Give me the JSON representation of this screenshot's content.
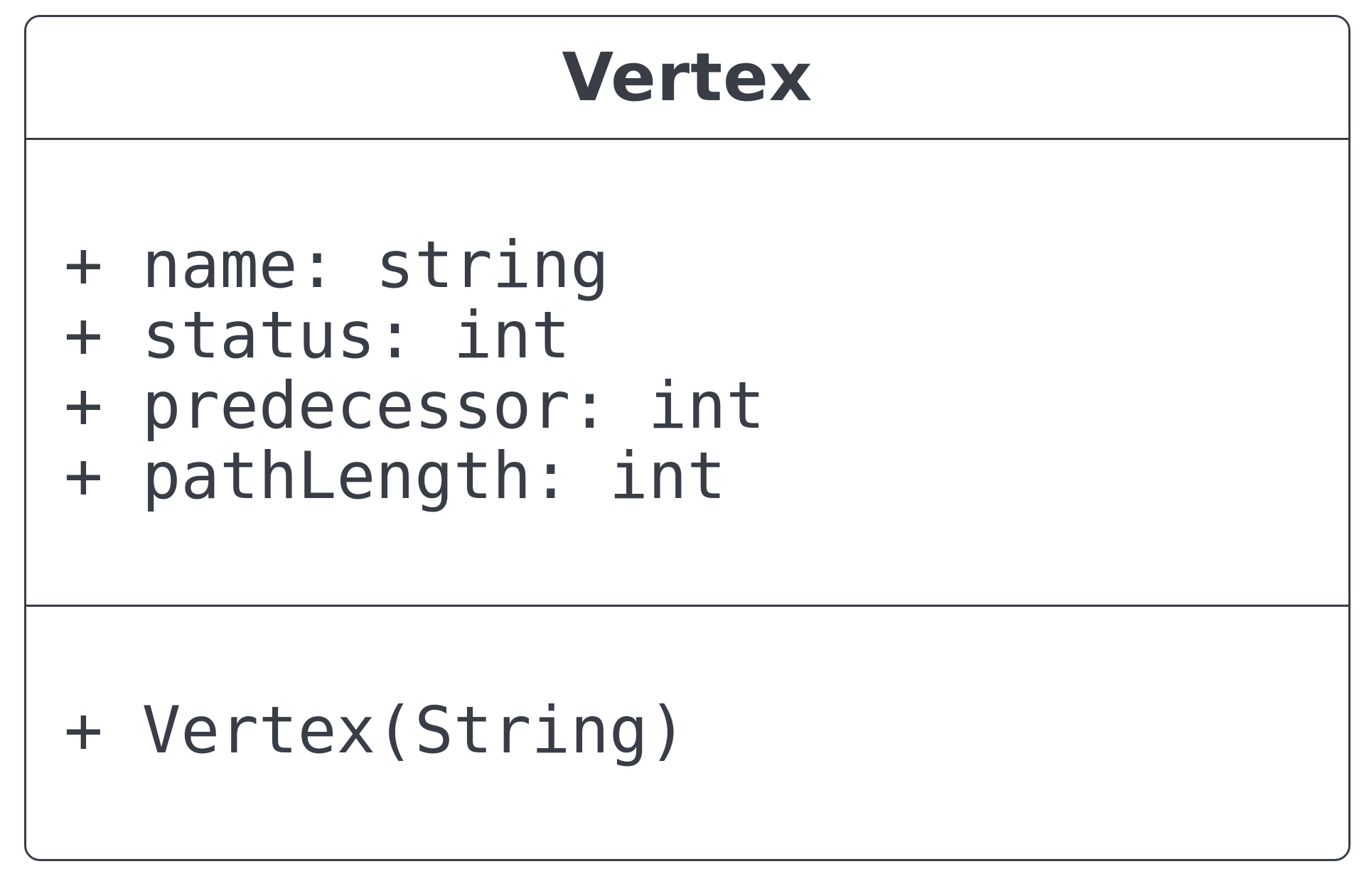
{
  "class": {
    "name": "Vertex",
    "attributes": [
      "+ name: string",
      "+ status: int",
      "+ predecessor: int",
      "+ pathLength: int"
    ],
    "methods": [
      "+ Vertex(String)"
    ]
  },
  "colors": {
    "stroke": "#383d46",
    "text": "#383d46",
    "background": "#ffffff"
  }
}
